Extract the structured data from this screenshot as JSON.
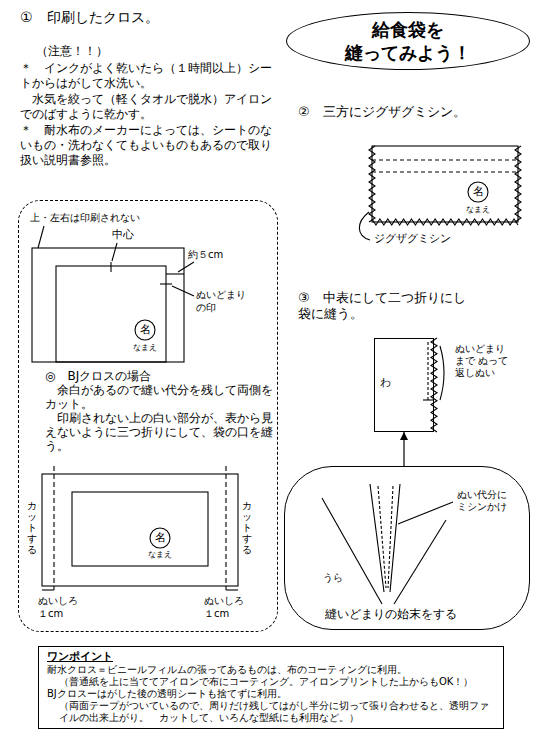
{
  "diagram": {
    "nodes": [
      {
        "text": [
          "給食袋を 縫ってみよう！"
        ]
      },
      {
        "text": [
          "◎　BJクロスの場合",
          "余白があるので縫い代分を残して両側をカット。",
          "印刷されない上の白い部分が、表から見えないように三つ折りにして、袋の口を縫う。"
        ]
      },
      {
        "text": [
          "ぬいどまり まで ぬって 返しぬい"
        ]
      },
      {
        "text": [
          "ぬい代分にミシンかけ",
          "うら",
          "縫いどまりの始末をする"
        ]
      },
      {
        "text": [
          "ワンポイント",
          "耐水クロス＝ビニールフィルムの張ってあるものは、布のコーティングに利用。",
          "（普通紙を上に当ててアイロンで布にコーティング。アイロンプリントした上からもOK！）",
          "BJクロスーはがした後の透明シートも捨てずに利用。",
          "（両面テープがついているので、周りだけ残してはがし半分に切って張り合わせると、透明ファイルの出来上がり。　カットして、いろんな型紙にも利用など。）"
        ]
      }
    ],
    "edges": [
      {
        "from": 3,
        "to": 2,
        "arrow": "to"
      }
    ],
    "labels": [
      "①　印刷したクロス。",
      "（注意！！）",
      "＊　インクがよく乾いたら（１時間以上）シートからはがして水洗い。",
      "水気を絞って（軽くタオルで脱水）アイロンでのばすように乾かす。",
      "＊　耐水布のメーカーによっては、シートのないもの・洗わなくてもよいものもあるので取り扱い説明書参照。",
      "上・左右は印刷されない",
      "中心",
      "約５cm",
      "ぬいどまりの印",
      "名",
      "なまえ",
      "カットする",
      "カットする",
      "ぬいしろ１cm",
      "ぬいしろ１cm",
      "名",
      "なまえ",
      "②　三方にジグザグミシン。",
      "名",
      "なまえ",
      "ジグザグミシン",
      "③　中表にして二つ折りにし袋に縫う。",
      "わ"
    ]
  }
}
